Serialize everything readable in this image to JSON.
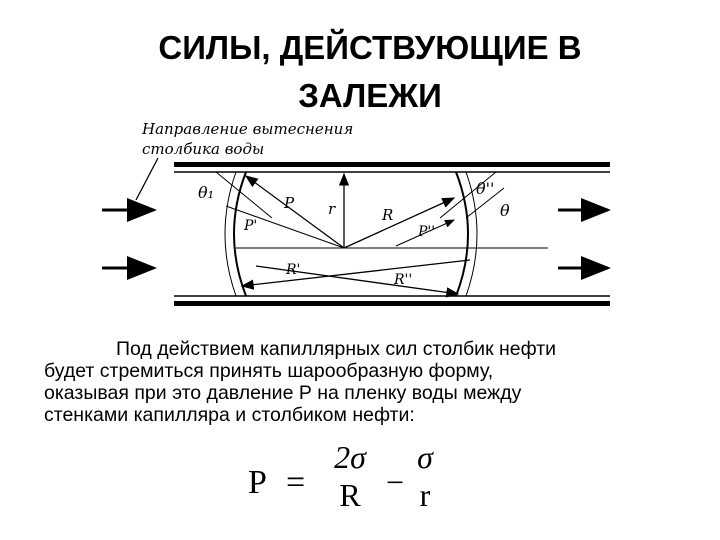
{
  "title": {
    "line1": "СИЛЫ, ДЕЙСТВУЮЩИЕ В",
    "line2": "ЗАЛЕЖИ"
  },
  "figure": {
    "caption_line1": "Направление вытеснения",
    "caption_line2": "столбика воды",
    "labels": {
      "theta1": "θ₁",
      "theta2": "θ''",
      "theta": "θ",
      "P": "P",
      "r": "r",
      "R": "R",
      "P1": "P'",
      "P2": "P''",
      "R1": "R'",
      "R2": "R''"
    }
  },
  "paragraph": {
    "line1": "Под действием капиллярных сил столбик нефти",
    "line2": "будет стремиться принять шарообразную форму,",
    "line3": "оказывая при это давление Р на пленку воды между",
    "line4": "стенками капилляра и столбиком нефти:"
  },
  "formula": {
    "lhs": "P",
    "eq": "=",
    "num1": "2σ",
    "den1": "R",
    "minus": "−",
    "num2": "σ",
    "den2": "r"
  }
}
